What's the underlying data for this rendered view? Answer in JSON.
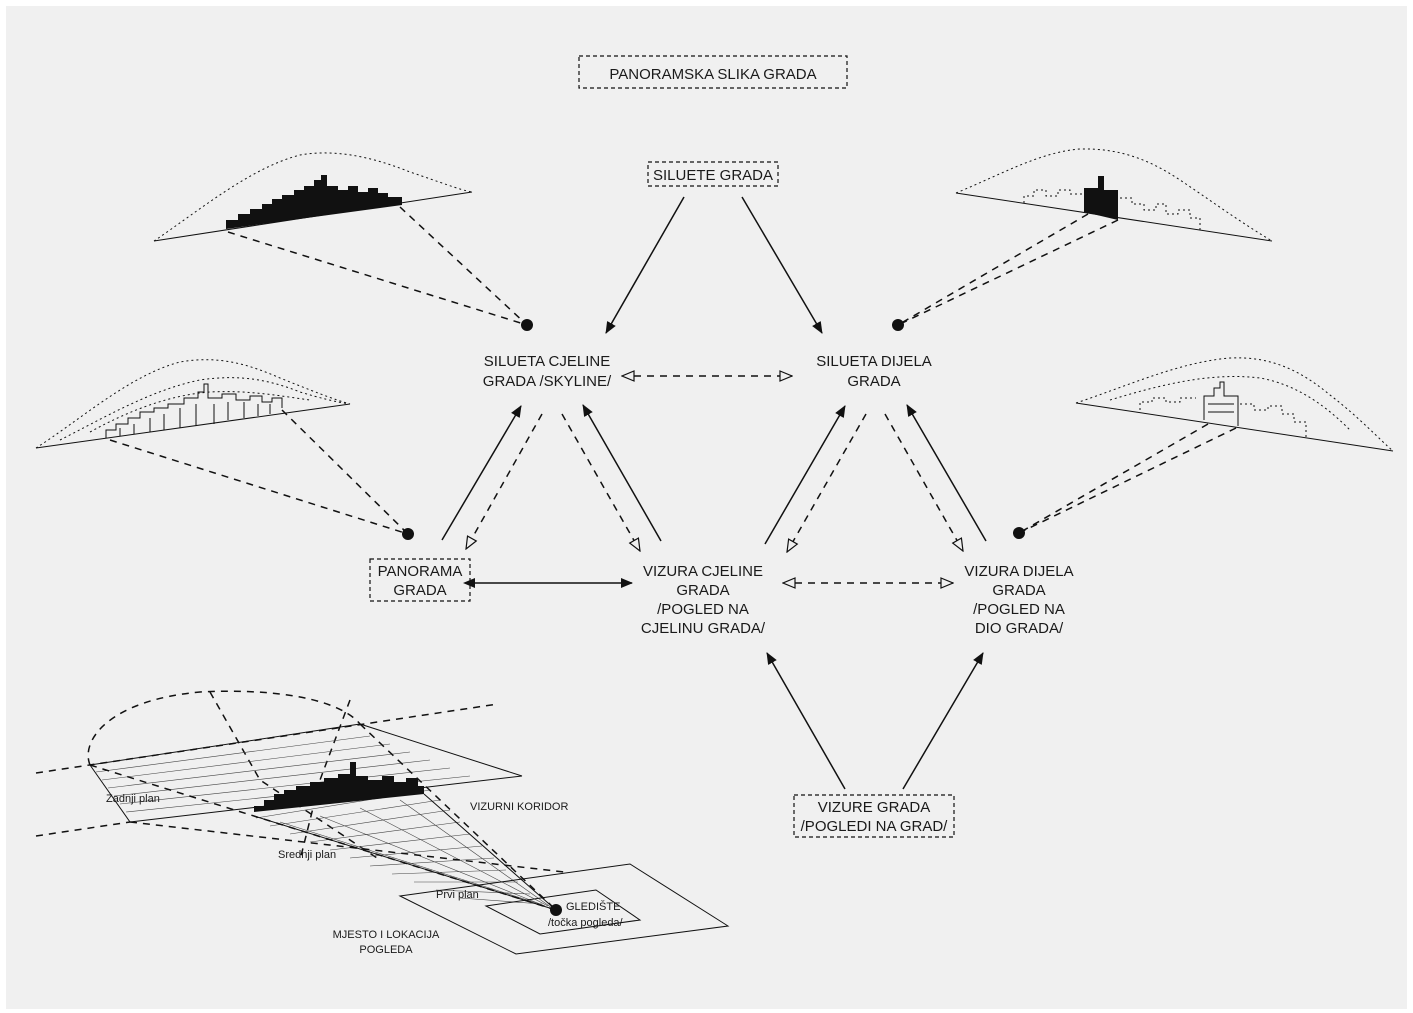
{
  "diagram": {
    "title": "PANORAMSKA SLIKA GRADA",
    "nodes": {
      "siluete_grada": "SILUETE GRADA",
      "silueta_cjeline_line1": "SILUETA CJELINE",
      "silueta_cjeline_line2": "GRADA /SKYLINE/",
      "silueta_dijela_line1": "SILUETA DIJELA",
      "silueta_dijela_line2": "GRADA",
      "panorama_line1": "PANORAMA",
      "panorama_line2": "GRADA",
      "vizura_cjeline_line1": "VIZURA CJELINE",
      "vizura_cjeline_line2": "GRADA",
      "vizura_cjeline_line3": "/POGLED NA",
      "vizura_cjeline_line4": "CJELINU GRADA/",
      "vizura_dijela_line1": "VIZURA DIJELA",
      "vizura_dijela_line2": "GRADA",
      "vizura_dijela_line3": "/POGLED NA",
      "vizura_dijela_line4": "DIO GRADA/",
      "vizure_grada_line1": "VIZURE GRADA",
      "vizure_grada_line2": "/POGLEDI NA GRAD/"
    },
    "perspective_labels": {
      "zadnji_plan": "Zadnji plan",
      "srednji_plan": "Srednji plan",
      "prvi_plan": "Prvi plan",
      "vizurni_koridor": "VIZURNI KORIDOR",
      "glediste_line1": "GLEDIŠTE",
      "glediste_line2": "/točka pogleda/",
      "mjesto_line1": "MJESTO I LOKACIJA",
      "mjesto_line2": "POGLEDA"
    },
    "colors": {
      "ink": "#111111",
      "background": "#f0f0f0",
      "frame": "#ffffff"
    }
  }
}
